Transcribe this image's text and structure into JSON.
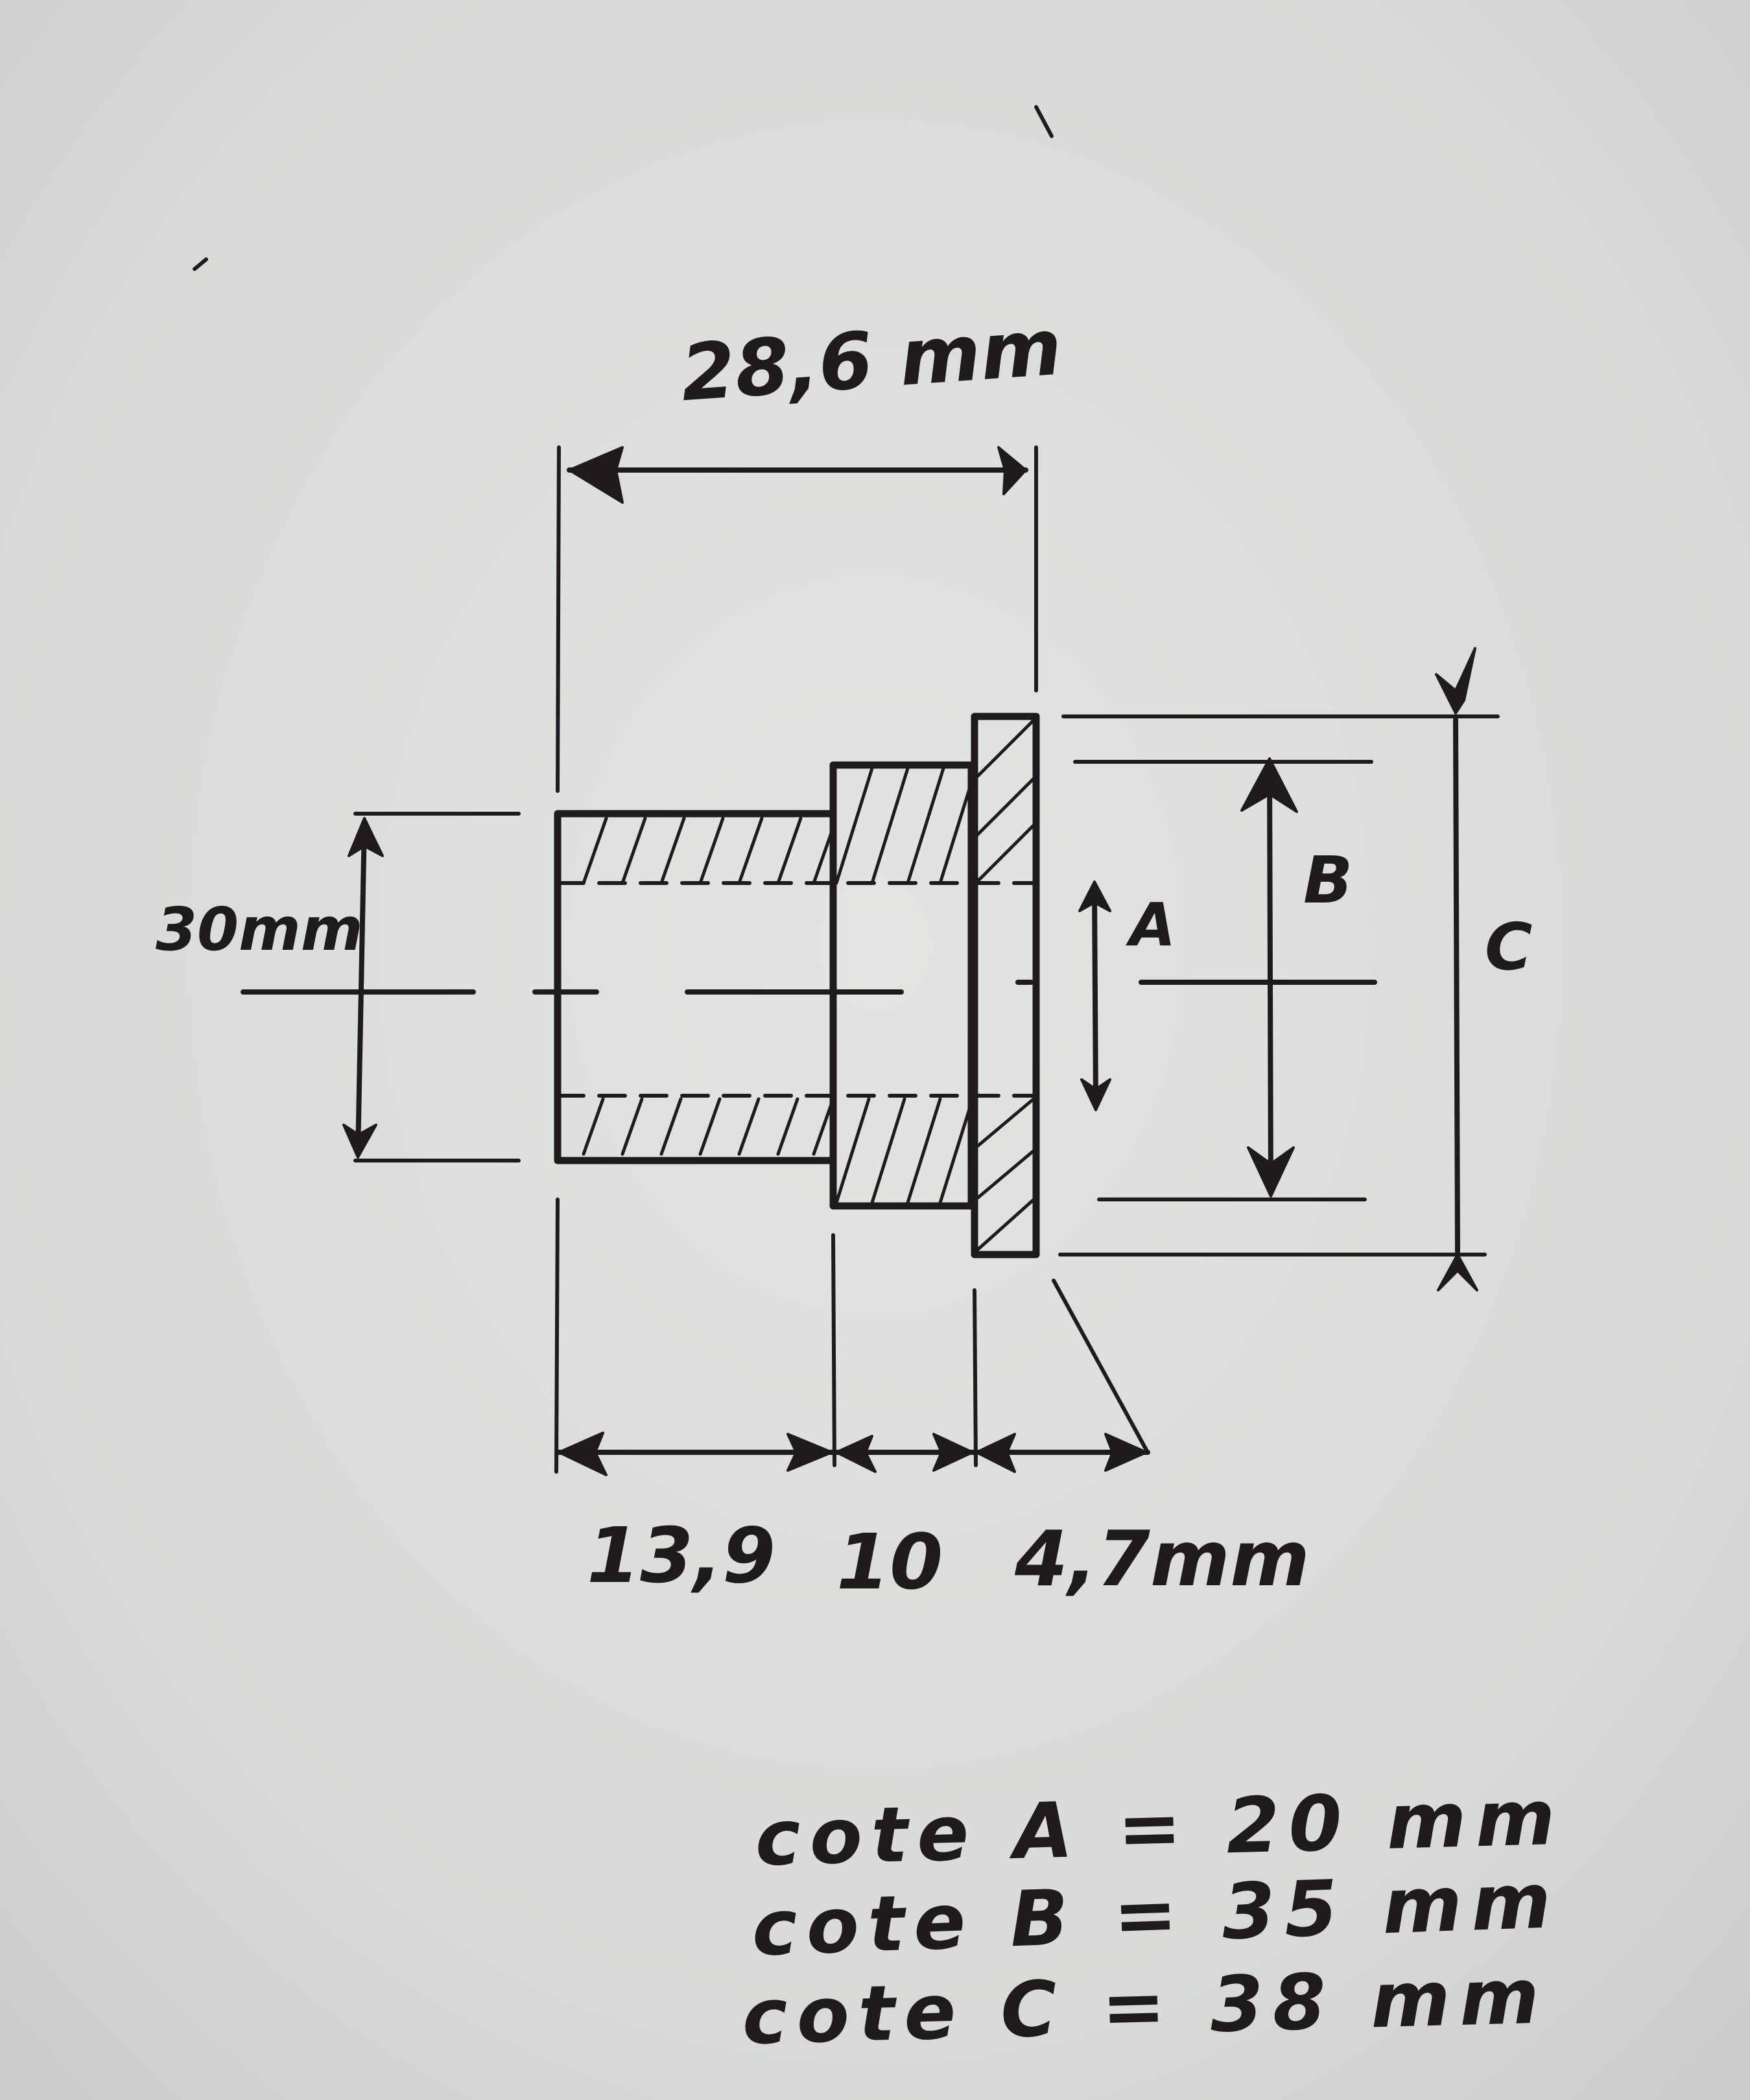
{
  "labels": {
    "overall_length": "28,6 mm",
    "left_height": "30mm",
    "length_1": "13,9",
    "length_2": "10",
    "length_3": "4,7mm",
    "letter_a": "A",
    "letter_b": "B",
    "letter_c": "C"
  },
  "notes": [
    "cote A = 20 mm",
    "cote B = 35 mm",
    "cote C = 38 mm"
  ],
  "colors": {
    "paper": "#d9dcd8",
    "ink": "#1f1a1e"
  }
}
